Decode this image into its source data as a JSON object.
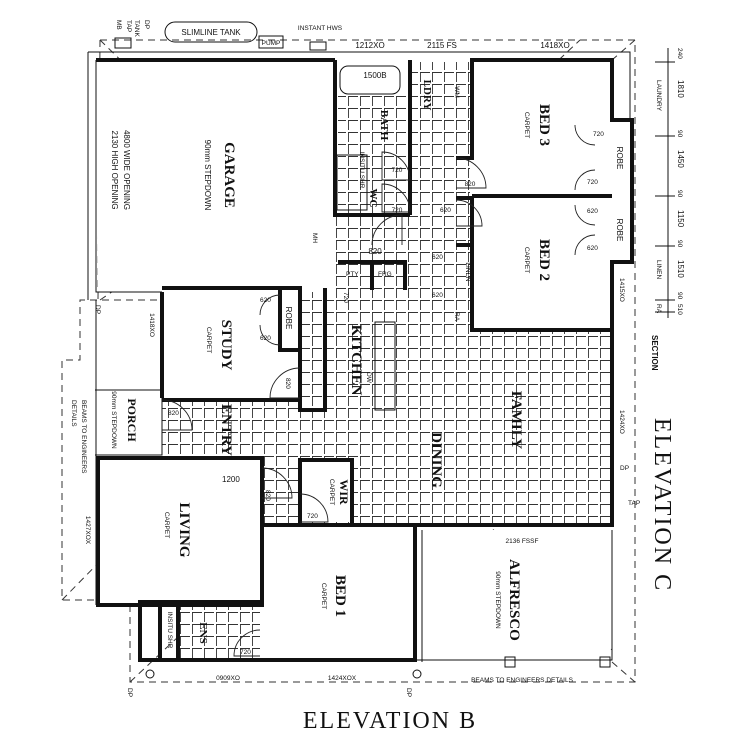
{
  "top": {
    "mb": "MB",
    "tap": "TAP",
    "tank": "TANK",
    "dp": "DP",
    "slimline": "SLIMLINE TANK",
    "pump": "PUMP",
    "instant_hws": "INSTANT HWS",
    "win1": "1212XO",
    "win2": "2115 FS",
    "win3": "1418XO"
  },
  "garage": {
    "label": "GARAGE",
    "stepdown": "90mm STEPDOWN",
    "opening1": "4800 WIDE OPENING",
    "opening2": "2130 HIGH OPENING",
    "mh": "MH"
  },
  "bath": {
    "label": "BATH",
    "tub": "1500B",
    "shower": "INSITU SHR",
    "door": "720",
    "wc": "WC",
    "wc_door": "720",
    "hall_door": "820"
  },
  "laundry": {
    "label": "LDRY",
    "wm": "WM",
    "door": "820"
  },
  "bed3": {
    "label": "BED 3",
    "floor": "CARPET",
    "robe": "ROBE",
    "robe_door1": "720",
    "robe_door2": "720",
    "door": "820"
  },
  "bed2": {
    "label": "BED 2",
    "floor": "CARPET",
    "robe": "ROBE",
    "robe_door1": "620",
    "robe_door2": "620",
    "door": "620",
    "linen": "LINEN",
    "linen_door1": "620",
    "linen_door2": "620",
    "ra": "RA",
    "window": "1415XO"
  },
  "dimensions": {
    "d1": "240",
    "d1_label": "LAUNDRY",
    "d2": "1810",
    "d3": "90",
    "d4": "1450",
    "d5": "90",
    "d6": "1150",
    "d7": "90",
    "d8_label": "LINEN",
    "d8": "1510",
    "d9": "90",
    "d10_label": "RA",
    "d10": "510",
    "section": "SECTION"
  },
  "study": {
    "label": "STUDY",
    "floor": "CARPET",
    "robe": "ROBE",
    "robe_door1": "620",
    "robe_door2": "620",
    "door": "820",
    "window": "1418XO"
  },
  "kitchen": {
    "label": "KITCHEN",
    "pantry": "PTY",
    "fridge": "FRG",
    "dw": "DW",
    "pantry_door": "720"
  },
  "porch": {
    "label": "PORCH",
    "stepdown": "90mm STEPDOWN",
    "door": "820",
    "beams1": "BEAMS TO ENGINEERS",
    "beams2": "DETAILS",
    "dp": "DP"
  },
  "entry": {
    "label": "ENTRY",
    "dim": "1200",
    "door": "820"
  },
  "wir": {
    "label": "WIR",
    "floor": "CARPET",
    "door": "720"
  },
  "dining": {
    "label": "DINING"
  },
  "family": {
    "label": "FAMILY",
    "window": "1424XO",
    "dp": "DP",
    "tap": "TAP"
  },
  "living": {
    "label": "LIVING",
    "floor": "CARPET",
    "window": "1427XOX"
  },
  "bed1": {
    "label": "BED 1",
    "floor": "CARPET",
    "window": "1424XOX"
  },
  "ens": {
    "label": "ENS",
    "shower": "INSITU SHR",
    "door": "720",
    "window": "0909XO"
  },
  "alfresco": {
    "label": "ALFRESCO",
    "stepdown": "90mm STEPDOWN",
    "door_window": "2136 FSSF",
    "beams": "BEAMS TO ENGINEERS DETAILS"
  },
  "bottom": {
    "dp1": "DP",
    "dp2": "DP"
  },
  "elevations": {
    "b": "ELEVATION B",
    "c": "ELEVATION C"
  }
}
